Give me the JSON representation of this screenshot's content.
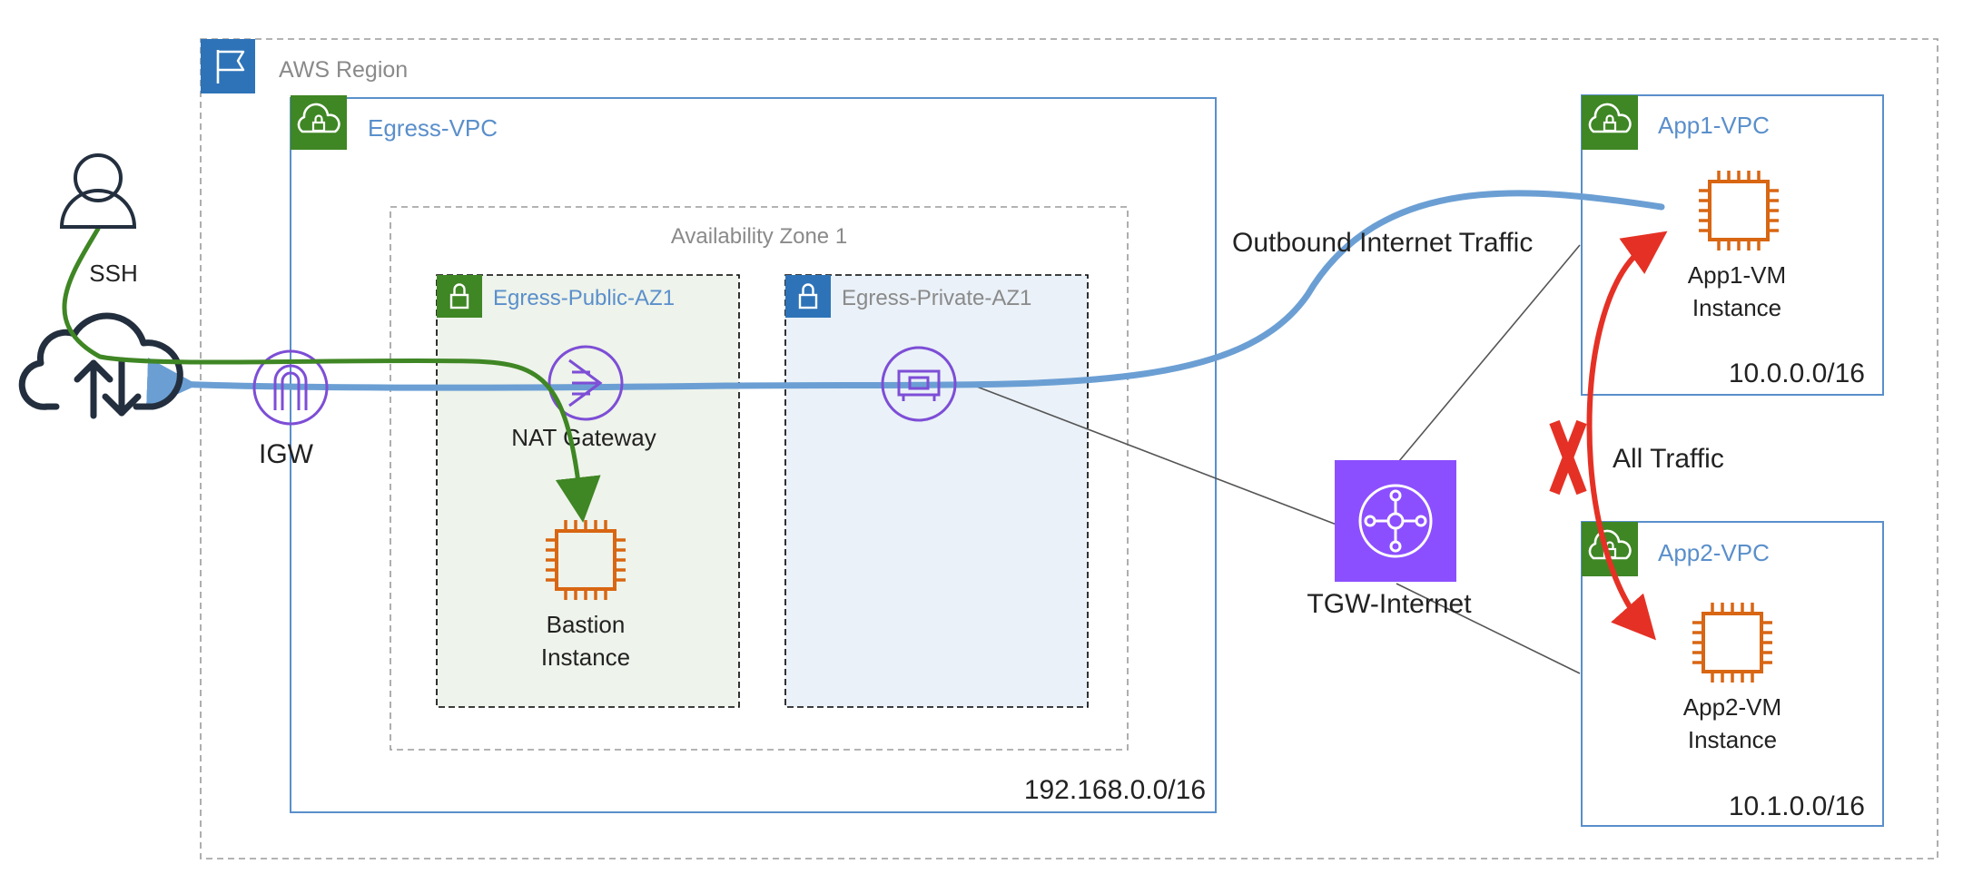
{
  "region": {
    "label": "AWS Region"
  },
  "egress_vpc": {
    "label": "Egress-VPC",
    "cidr": "192.168.0.0/16"
  },
  "availability_zone": {
    "label": "Availability Zone 1"
  },
  "public_subnet": {
    "label": "Egress-Public-AZ1"
  },
  "private_subnet": {
    "label": "Egress-Private-AZ1"
  },
  "nat_gateway": {
    "label": "NAT Gateway"
  },
  "bastion": {
    "line1": "Bastion",
    "line2": "Instance"
  },
  "igw": {
    "label": "IGW"
  },
  "user": {
    "ssh_label": "SSH"
  },
  "tgw": {
    "label": "TGW-Internet"
  },
  "app1_vpc": {
    "label": "App1-VPC",
    "cidr": "10.0.0.0/16",
    "vm_line1": "App1-VM",
    "vm_line2": "Instance"
  },
  "app2_vpc": {
    "label": "App2-VPC",
    "cidr": "10.1.0.0/16",
    "vm_line1": "App2-VM",
    "vm_line2": "Instance"
  },
  "flows": {
    "outbound_label": "Outbound Internet Traffic",
    "blocked_label": "All Traffic"
  },
  "colors": {
    "vpc_green": "#3f8624",
    "region_blue": "#2e73b8",
    "vpc_border": "#5a8fcb",
    "traffic_blue": "#6b9fd4",
    "ssh_green": "#3f8624",
    "blocked_red": "#e53125",
    "ec2_orange": "#d86613",
    "network_purple": "#7d4ed6",
    "tgw_purple": "#8c4fff",
    "public_subnet_fill": "#eef3eb",
    "private_subnet_fill": "#eaf1f8"
  },
  "icons": [
    "flag-icon",
    "vpc-cloud-lock-icon",
    "subnet-lock-icon",
    "user-icon",
    "internet-cloud-icon",
    "igw-icon",
    "nat-gateway-icon",
    "eni-icon",
    "ec2-chip-icon",
    "transit-gateway-icon"
  ]
}
